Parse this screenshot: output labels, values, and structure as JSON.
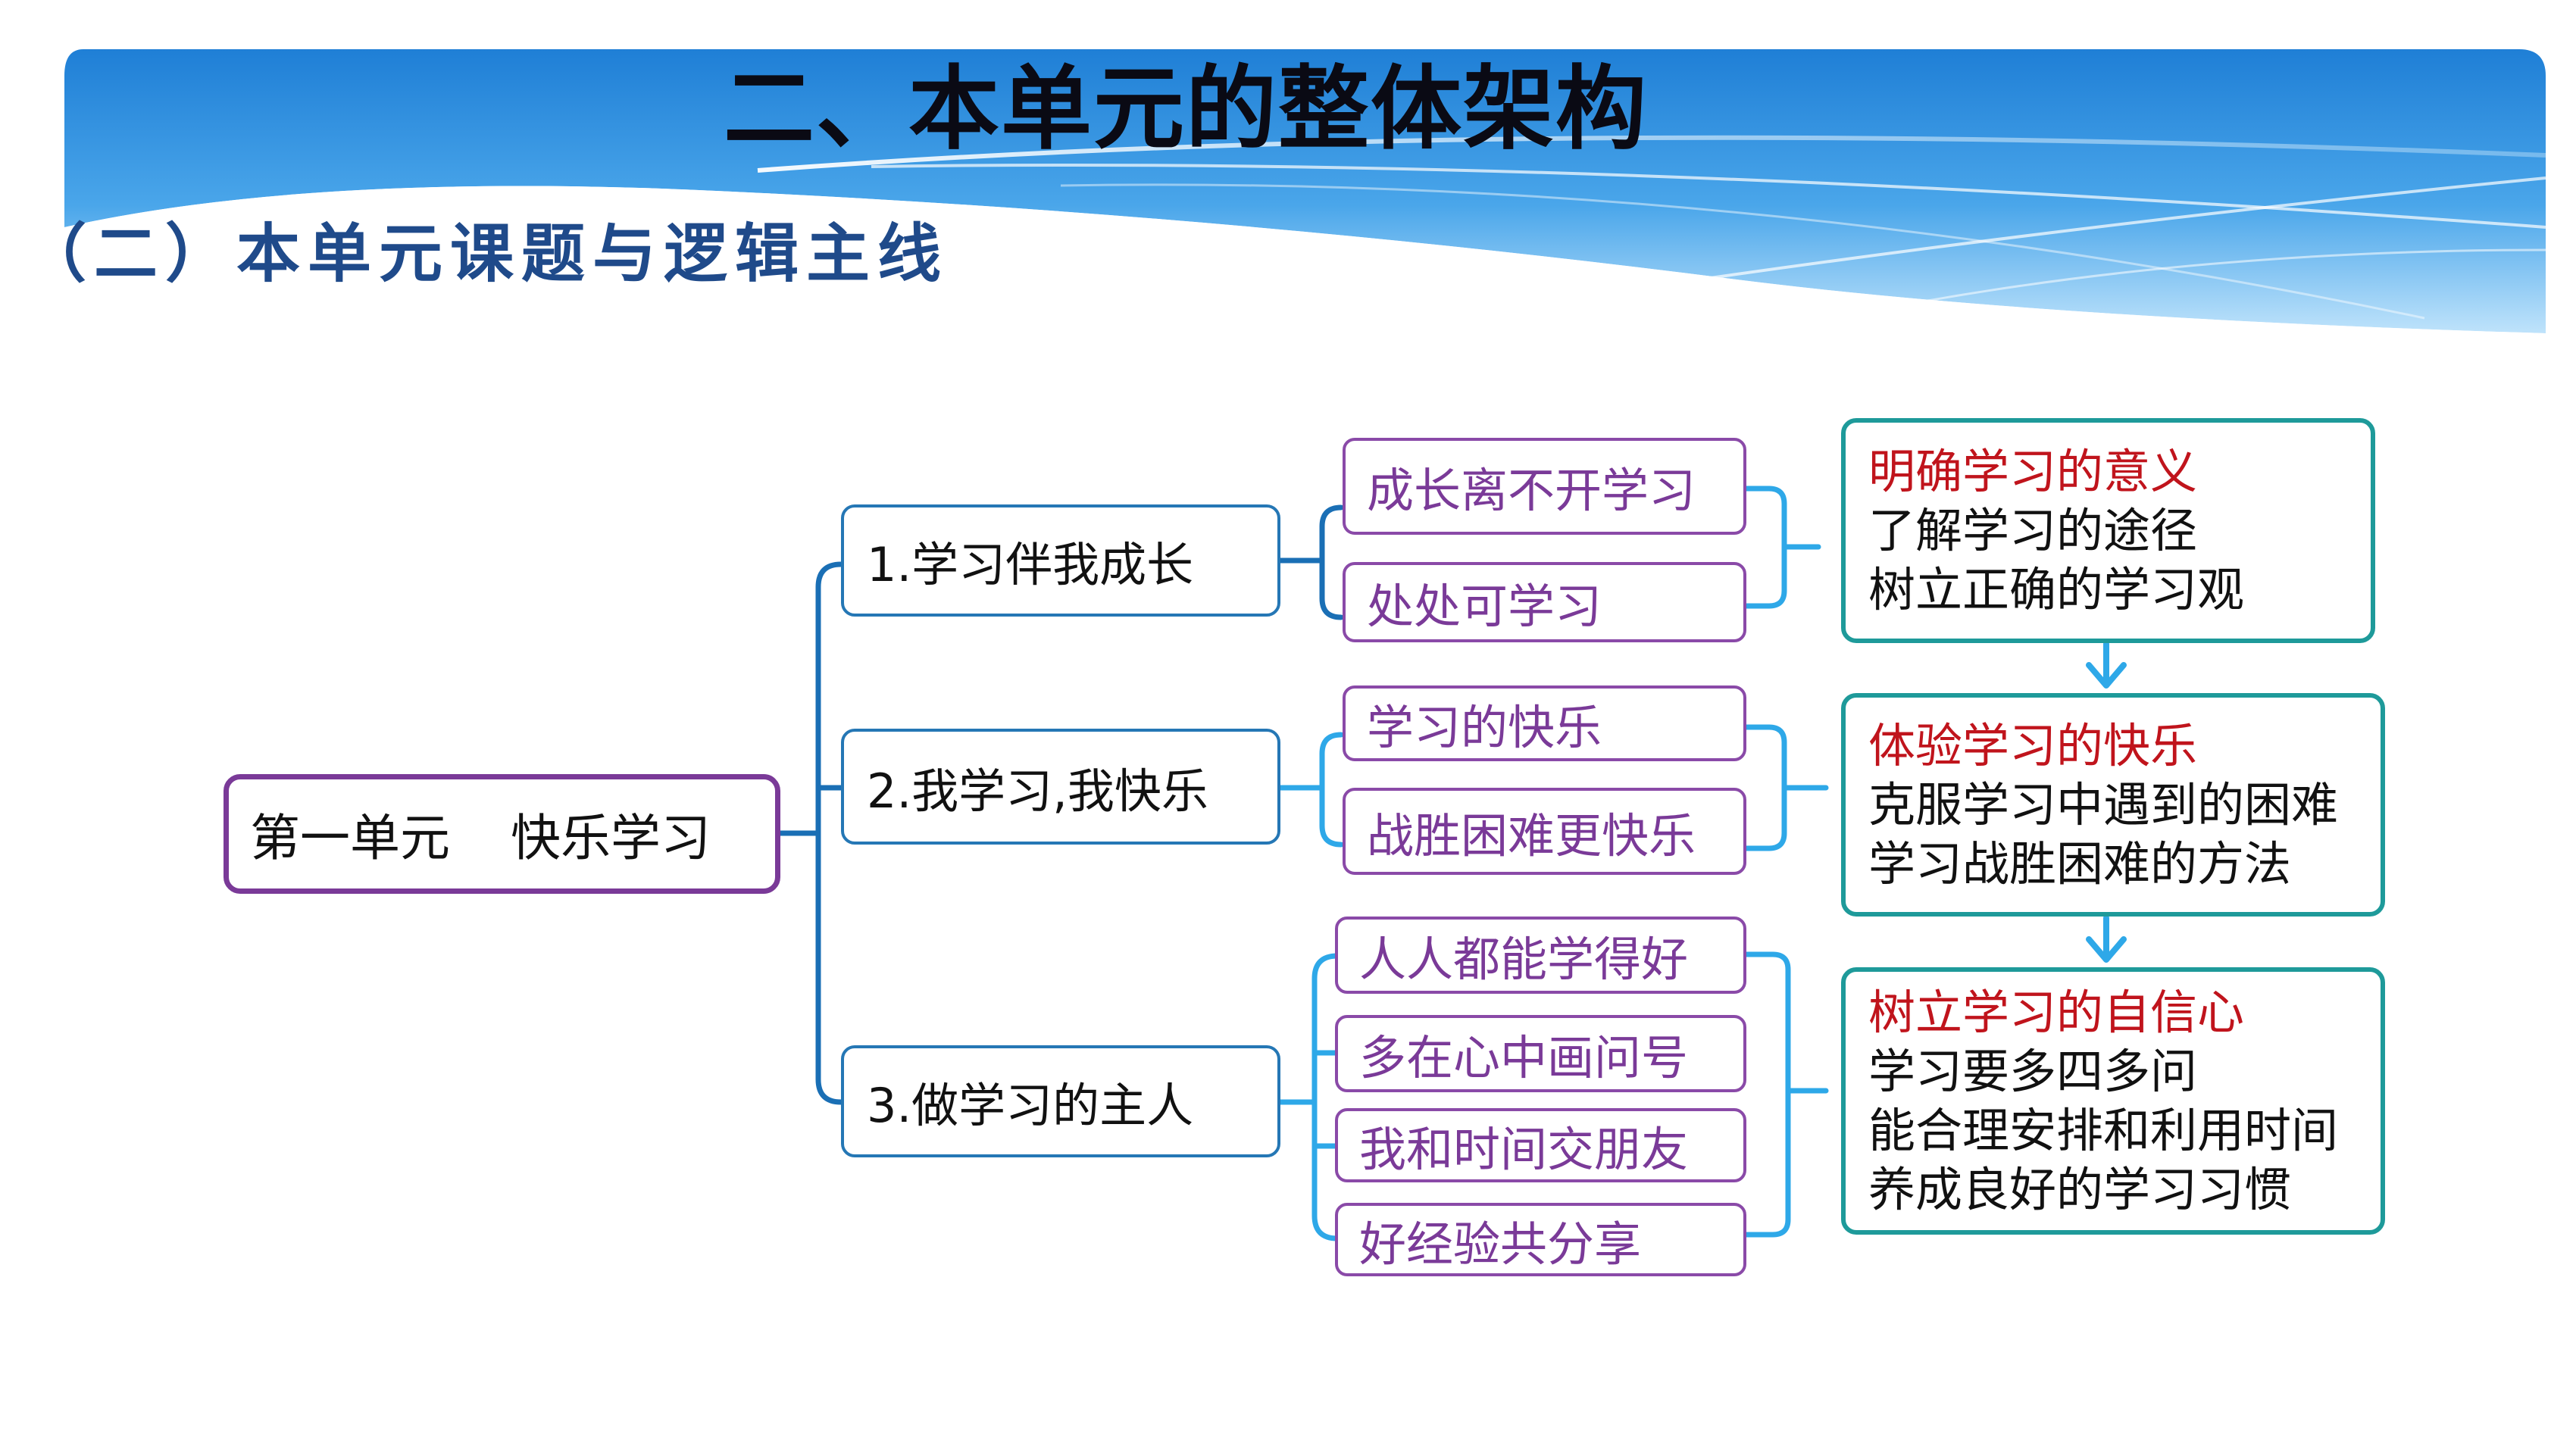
{
  "header": {
    "title": "二、本单元的整体架构",
    "subtitle": "（二）本单元课题与逻辑主线"
  },
  "colors": {
    "banner_blue": "#2a8fdc",
    "root_border": "#7a3a98",
    "lesson_border": "#2577b5",
    "topic_border": "#8a4aa8",
    "topic_text": "#7a3a98",
    "goal_border": "#1e9a9a",
    "goal_heading": "#c0141c",
    "connector_light": "#2ea8e8",
    "connector_dark": "#1a6fb5"
  },
  "diagram": {
    "root": {
      "part1": "第一单元",
      "part2": "快乐学习"
    },
    "lessons": [
      {
        "label": "1.学习伴我成长"
      },
      {
        "label": "2.我学习,我快乐"
      },
      {
        "label": "3.做学习的主人"
      }
    ],
    "topics": [
      {
        "label": "成长离不开学习"
      },
      {
        "label": "处处可学习"
      },
      {
        "label": "学习的快乐"
      },
      {
        "label": "战胜困难更快乐"
      },
      {
        "label": "人人都能学得好"
      },
      {
        "label": "多在心中画问号"
      },
      {
        "label": "我和时间交朋友"
      },
      {
        "label": "好经验共分享"
      }
    ],
    "goals": [
      {
        "heading": "明确学习的意义",
        "lines": [
          "了解学习的途径",
          "树立正确的学习观"
        ]
      },
      {
        "heading": "体验学习的快乐",
        "lines": [
          "克服学习中遇到的困难",
          "学习战胜困难的方法"
        ]
      },
      {
        "heading": "树立学习的自信心",
        "lines": [
          "学习要多四多问",
          "能合理安排和利用时间",
          "养成良好的学习习惯"
        ]
      }
    ]
  }
}
